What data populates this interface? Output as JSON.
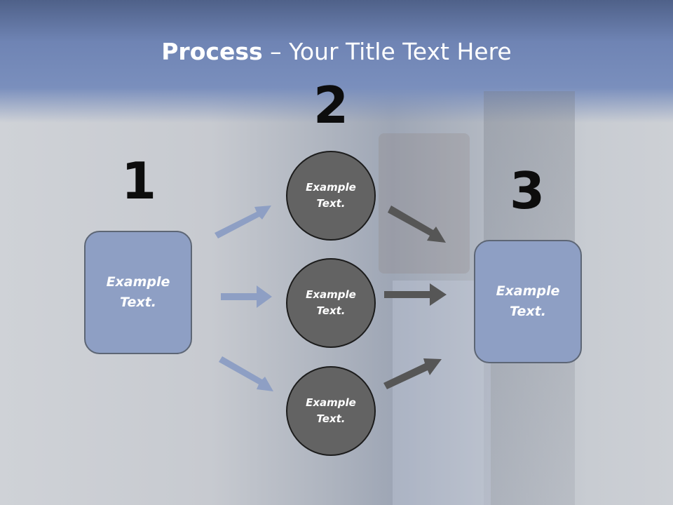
{
  "slide": {
    "title_bold": "Process",
    "title_rest": " – Your Title Text Here"
  },
  "steps": {
    "one": {
      "number": "1",
      "text": "Example Text."
    },
    "two": {
      "number": "2",
      "items": [
        "Example Text.",
        "Example Text.",
        "Example Text."
      ]
    },
    "three": {
      "number": "3",
      "text": "Example Text."
    }
  },
  "colors": {
    "header": "#6f84b4",
    "box_fill": "#8e9fc4",
    "circle_fill": "#636363",
    "arrow_blue": "#8e9fc4",
    "arrow_dark": "#565656"
  }
}
